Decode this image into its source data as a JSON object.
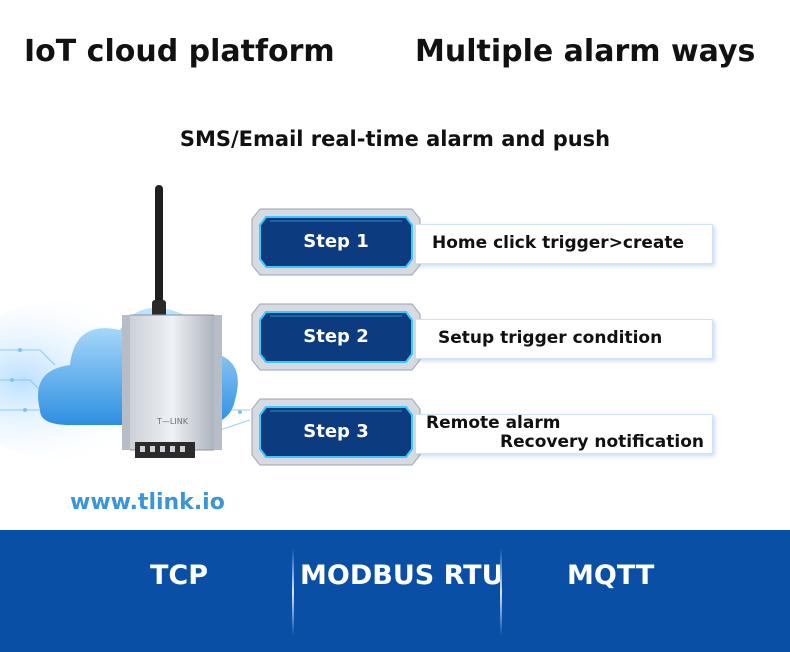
{
  "header": {
    "title_left": "IoT cloud platform",
    "title_right": "Multiple alarm ways",
    "subtitle": "SMS/Email real-time alarm and push"
  },
  "illustration": {
    "device_brand": "T—LINK"
  },
  "steps": [
    {
      "label": "Step 1",
      "desc": [
        "Home click trigger>create"
      ]
    },
    {
      "label": "Step 2",
      "desc": [
        "Setup trigger condition"
      ]
    },
    {
      "label": "Step 3",
      "desc": [
        "Remote alarm",
        "Recovery notification"
      ]
    }
  ],
  "website": "www.tlink.io",
  "protocols": [
    "TCP",
    "MODBUS RTU",
    "MQTT"
  ],
  "colors": {
    "bar": "#0a4fa6",
    "step_badge": "#0d3b80",
    "step_accent": "#3ac8ff",
    "url": "#3a96d8"
  }
}
